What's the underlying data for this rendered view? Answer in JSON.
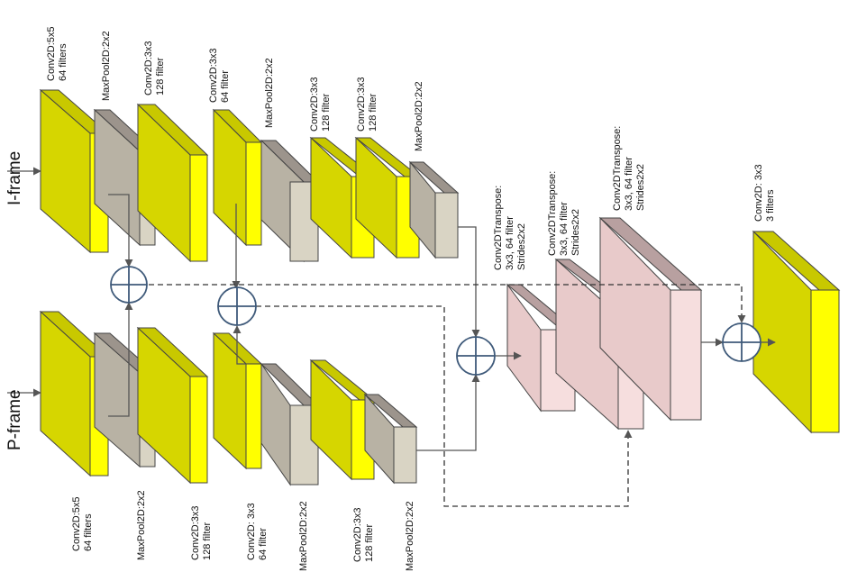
{
  "inputs": {
    "iframe": "I-frame",
    "pframe": "P-frame"
  },
  "top_labels": [
    {
      "l1": "Conv2D:5x5",
      "l2": "64 filters"
    },
    {
      "l1": "MaxPool2D:2x2",
      "l2": ""
    },
    {
      "l1": "Conv2D:3x3",
      "l2": "128 filter"
    },
    {
      "l1": "Conv2D:3x3",
      "l2": "64 filter"
    },
    {
      "l1": "MaxPool2D:2x2",
      "l2": ""
    },
    {
      "l1": "Conv2D:3x3",
      "l2": "128 filter"
    },
    {
      "l1": "Conv2D:3x3",
      "l2": "128 filter"
    },
    {
      "l1": "MaxPool2D:2x2",
      "l2": ""
    }
  ],
  "bottom_labels": [
    {
      "l1": "Conv2D:5x5",
      "l2": "64 filters"
    },
    {
      "l1": "MaxPool2D:2x2",
      "l2": ""
    },
    {
      "l1": "Conv2D:3x3",
      "l2": "128 filter"
    },
    {
      "l1": "Conv2D: 3x3",
      "l2": "64 filter"
    },
    {
      "l1": "MaxPool2D:2x2",
      "l2": ""
    },
    {
      "l1": "Conv2D:3x3",
      "l2": "128 filter"
    },
    {
      "l1": "MaxPool2D:2x2",
      "l2": ""
    }
  ],
  "decoder_labels": [
    {
      "l1": "Conv2DTranspose:",
      "l2": "3x3, 64 filter",
      "l3": "Strides2x2"
    },
    {
      "l1": "Conv2DTranspose:",
      "l2": "3x3, 64 filter",
      "l3": "Strides2x2"
    },
    {
      "l1": "Conv2DTranspose:",
      "l2": "3x3, 64 filter",
      "l3": "Strides2x2"
    }
  ],
  "output_label": {
    "l1": "Conv2D: 3x3",
    "l2": "3 filters"
  },
  "colors": {
    "conv_face": "#ffff00",
    "conv_top": "#c8c800",
    "conv_side": "#d6d600",
    "pool_face": "#d9d4c4",
    "pool_top": "#9c948c",
    "pool_side": "#b8b2a4",
    "deconv_face": "#f6dede",
    "deconv_top": "#b8a0a0",
    "deconv_side": "#e8caca",
    "line": "#555555",
    "circle": "#3f5a7a"
  }
}
